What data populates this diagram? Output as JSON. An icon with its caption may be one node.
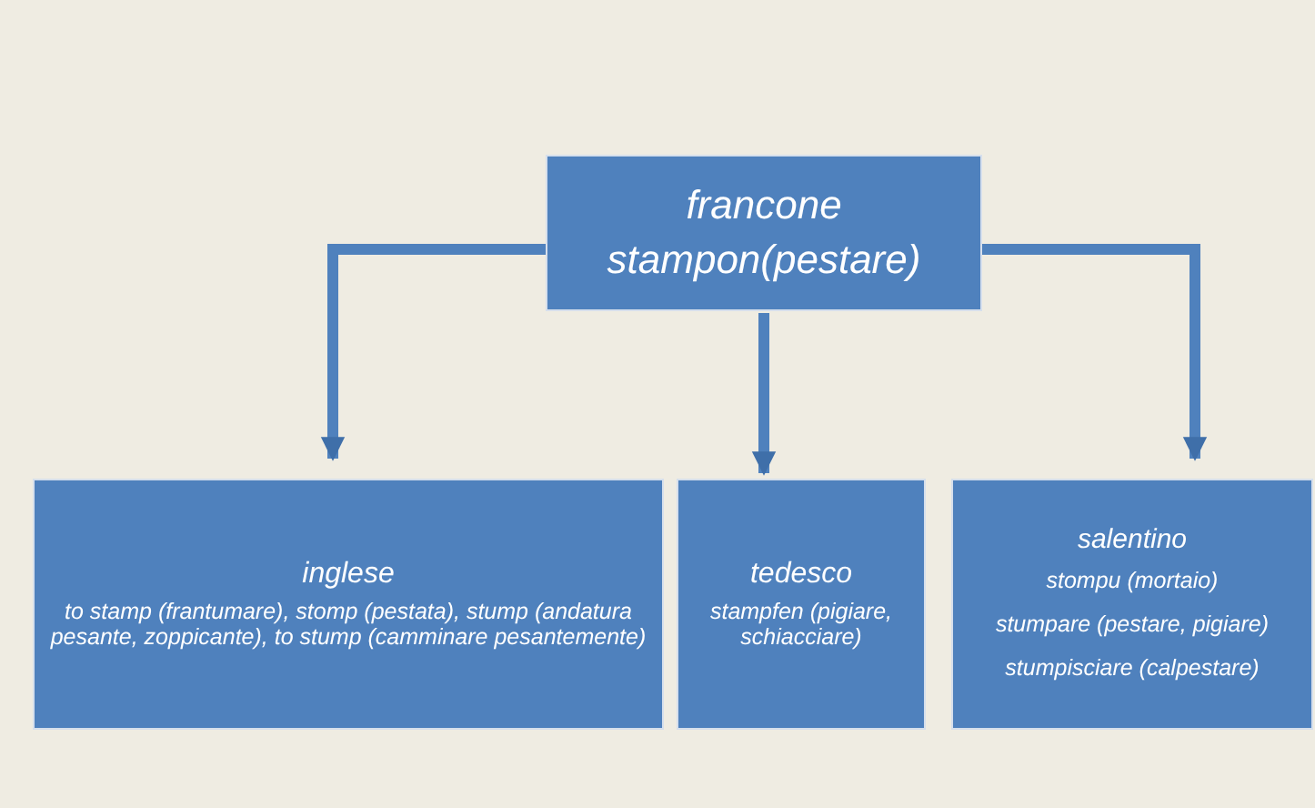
{
  "diagram": {
    "nodes": [
      {
        "text": [
          "francone",
          "stampon(pestare)"
        ]
      },
      {
        "text": [
          "inglese",
          "to stamp  (frantumare), stomp (pestata), stump (andatura pesante, zoppicante), to  stump (camminare pesantemente)"
        ]
      },
      {
        "text": [
          "tedesco",
          "stampfen (pigiare, schiacciare)"
        ]
      },
      {
        "text": [
          "salentino",
          "stompu (mortaio)",
          "stumpare (pestare,  pigiare)",
          "stumpisciare (calpestare)"
        ]
      }
    ],
    "edges": [
      {
        "from": 0,
        "to": 1,
        "arrow": "to"
      },
      {
        "from": 0,
        "to": 2,
        "arrow": "to"
      },
      {
        "from": 0,
        "to": 3,
        "arrow": "to"
      }
    ]
  }
}
